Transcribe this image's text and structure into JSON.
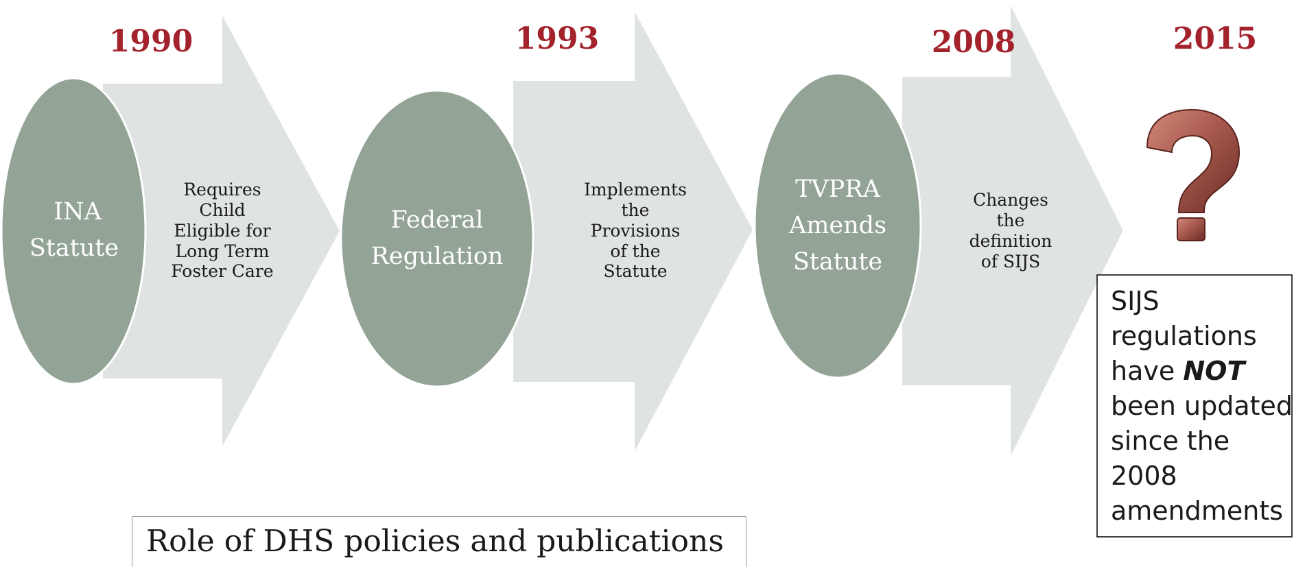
{
  "timeline": [
    {
      "year": "1990",
      "node": [
        "INA",
        "Statute"
      ],
      "description": [
        "Requires",
        "Child",
        "Eligible for",
        "Long Term",
        "Foster Care"
      ]
    },
    {
      "year": "1993",
      "node": [
        "Federal",
        "Regulation"
      ],
      "description": [
        "Implements",
        "the",
        "Provisions",
        "of the",
        "Statute"
      ]
    },
    {
      "year": "2008",
      "node": [
        "TVPRA",
        "Amends",
        "Statute"
      ],
      "description": [
        "Changes",
        "the",
        "definition",
        "of SIJS"
      ]
    },
    {
      "year": "2015",
      "icon": "question-mark-icon"
    }
  ],
  "note_box": {
    "lines": [
      "SIJS",
      "regulations",
      "have",
      "been updated",
      "since the",
      "2008",
      "amendments"
    ],
    "emphasis": "NOT"
  },
  "role_box": {
    "text": "Role of  DHS policies and publications"
  },
  "colors": {
    "year": "#a3222c",
    "oval": "#93a396",
    "arrow": "#dfe3e1",
    "question": "#8b4a42"
  }
}
